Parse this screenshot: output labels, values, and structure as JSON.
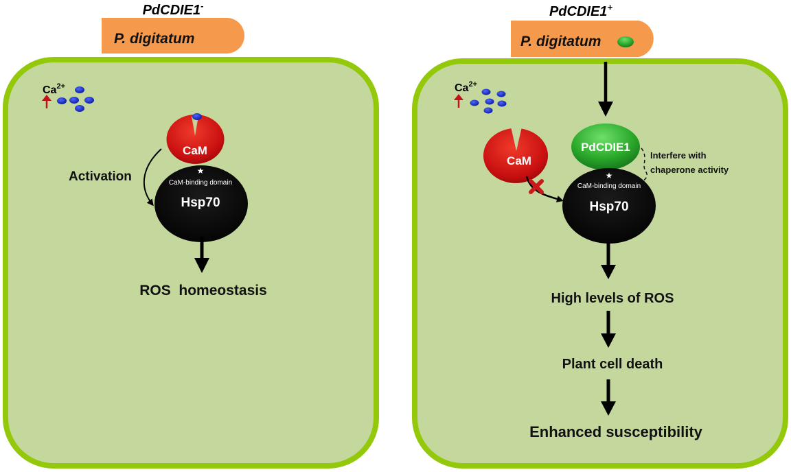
{
  "colors": {
    "cell_fill": "#c4d89e",
    "cell_border": "#93c80b",
    "pathogen_fill": "#f5994c",
    "cam_red": "#d11414",
    "hsp70_black": "#0a0a0a",
    "pdcdie1_green": "#2fae2f",
    "calcium_blue": "#1a2fc8",
    "arrow_up_red": "#c0141a",
    "block_x_red": "#c81a1a"
  },
  "left_panel": {
    "condition_label": "PdCDIE1",
    "condition_sup": "-",
    "pathogen_label": "P. digitatum",
    "calcium_label": "Ca",
    "calcium_sup": "2+",
    "cam_label": "CaM",
    "binding_domain_label": "CaM-binding domain",
    "hsp70_label": "Hsp70",
    "activation_label": "Activation",
    "outcome_label": "ROS  homeostasis"
  },
  "right_panel": {
    "condition_label": "PdCDIE1",
    "condition_sup": "+",
    "pathogen_label": "P. digitatum",
    "calcium_label": "Ca",
    "calcium_sup": "2+",
    "cam_label": "CaM",
    "effector_label": "PdCDIE1",
    "interfere_line1": "Interfere with",
    "interfere_line2": "chaperone activity",
    "binding_domain_label": "CaM-binding domain",
    "hsp70_label": "Hsp70",
    "outcomes": [
      "High levels of ROS",
      "Plant cell death",
      "Enhanced susceptibility"
    ]
  }
}
